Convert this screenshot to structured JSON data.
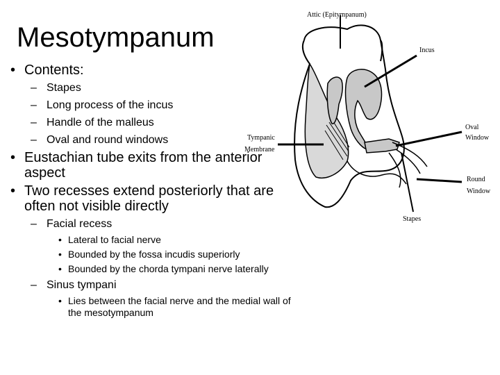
{
  "slide": {
    "title": "Mesotympanum",
    "bullets": [
      {
        "level": 1,
        "text": "Contents:"
      },
      {
        "level": 2,
        "text": "Stapes"
      },
      {
        "level": 2,
        "text": "Long process of the incus"
      },
      {
        "level": 2,
        "text": "Handle of the malleus"
      },
      {
        "level": 2,
        "text": "Oval and round windows"
      },
      {
        "level": 1,
        "text": "Eustachian tube exits from the anterior aspect"
      },
      {
        "level": 1,
        "text": "Two recesses extend posteriorly that are often not visible directly"
      },
      {
        "level": 2,
        "text": "Facial recess"
      },
      {
        "level": 3,
        "text": "Lateral to facial nerve"
      },
      {
        "level": 3,
        "text": "Bounded by the fossa incudis superiorly"
      },
      {
        "level": 3,
        "text": "Bounded by the chorda tympani nerve laterally"
      },
      {
        "level": 2,
        "text": "Sinus tympani"
      },
      {
        "level": 3,
        "text": "Lies between the facial nerve and the medial wall of the mesotympanum"
      }
    ],
    "markers": {
      "1": "•",
      "2": "–",
      "3": "•"
    }
  },
  "diagram": {
    "labels": {
      "attic": "Attic (Epitympanum)",
      "incus": "Incus",
      "tympanic_line1": "Tympanic",
      "tympanic_line2": "Membrane",
      "oval_line1": "Oval",
      "oval_line2": "Window",
      "round_line1": "Round",
      "round_line2": "Window",
      "stapes": "Stapes"
    }
  }
}
